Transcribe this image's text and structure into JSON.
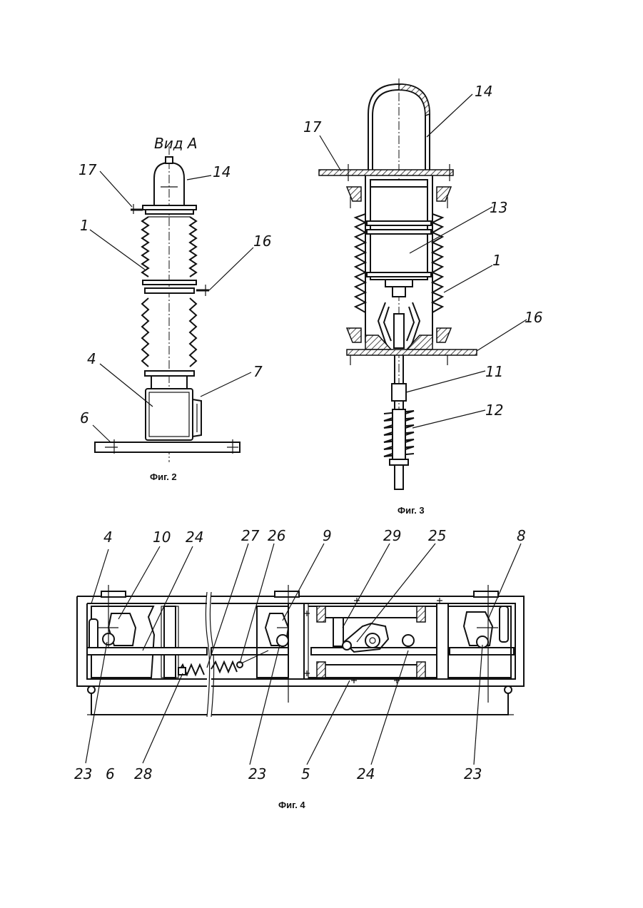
{
  "figures": {
    "fig2": {
      "caption": "Фиг. 2",
      "view_label": "Вид А",
      "callouts": [
        "17",
        "14",
        "1",
        "16",
        "4",
        "7",
        "6"
      ]
    },
    "fig3": {
      "caption": "Фиг. 3",
      "callouts": [
        "14",
        "17",
        "13",
        "1",
        "16",
        "11",
        "12"
      ]
    },
    "fig4": {
      "caption": "Фиг. 4",
      "callouts_top": [
        "4",
        "10",
        "24",
        "27",
        "26",
        "9",
        "29",
        "25",
        "8"
      ],
      "callouts_bottom": [
        "23",
        "6",
        "28",
        "23",
        "5",
        "24",
        "23"
      ]
    }
  }
}
